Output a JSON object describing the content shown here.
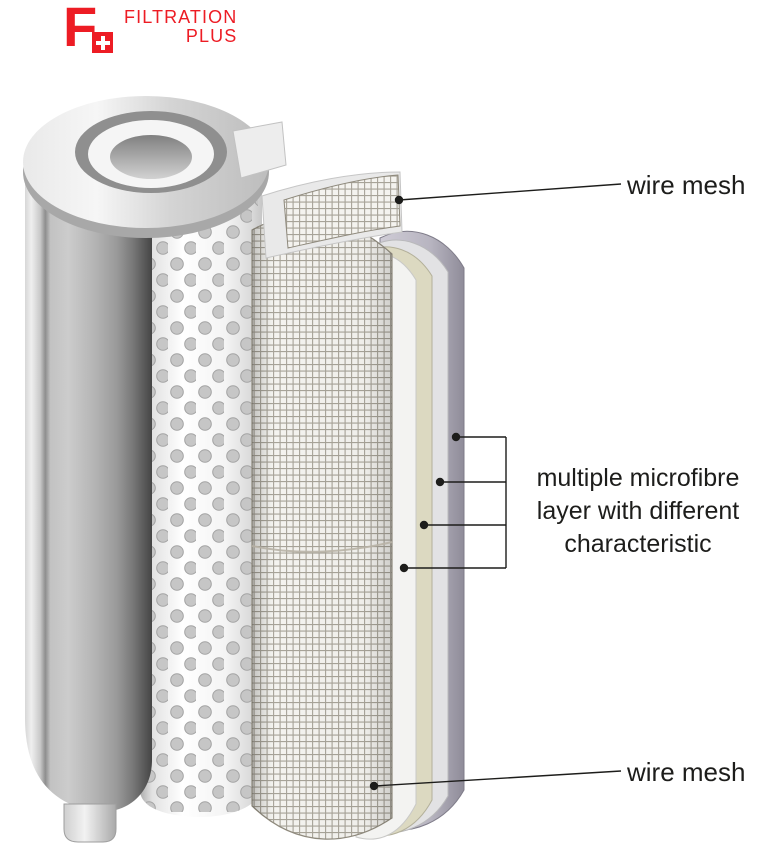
{
  "logo": {
    "letter": "F",
    "word1": "FILTRATION",
    "word2": "PLUS",
    "brand_red": "#ed1c24"
  },
  "labels": {
    "wire_mesh_top": "wire mesh",
    "microfibre_multiline": "multiple microfibre\nlayer with different\ncharacteristic",
    "wire_mesh_bottom": "wire mesh"
  },
  "colors": {
    "label_text": "#1d1d1b",
    "leader_line": "#1d1d1b",
    "mesh_line": "#948f82",
    "layer_cream": "#dcd9c1",
    "layer_lavender": "#b7b4c0"
  }
}
